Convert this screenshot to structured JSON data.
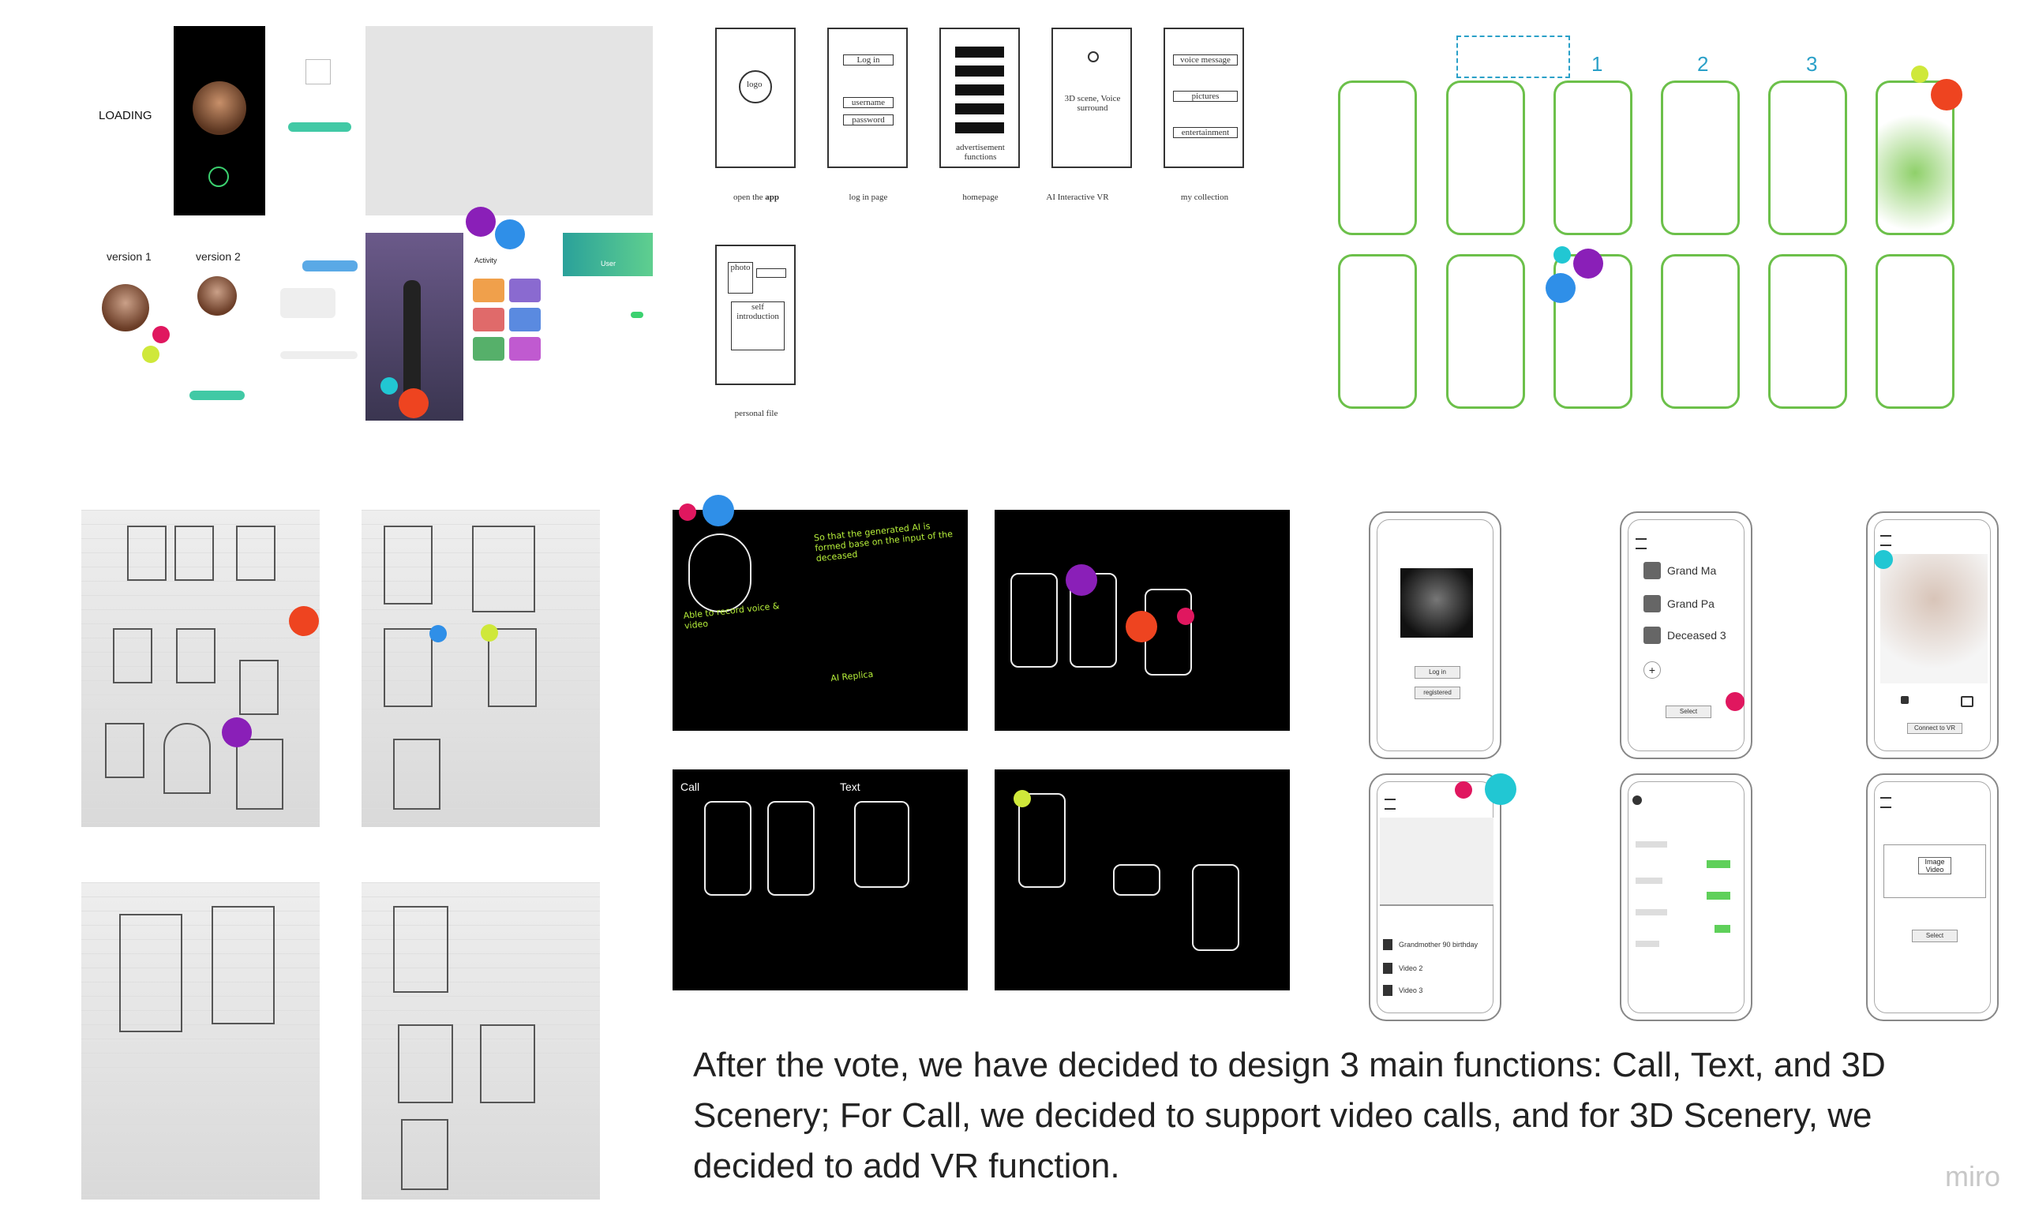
{
  "mockups_hifi": {
    "loading_label": "LOADING",
    "version1_label": "version 1",
    "version2_label": "version 2",
    "activity_label": "Activity",
    "user_label": "User"
  },
  "wireframes": {
    "screens": [
      {
        "box_text": "logo",
        "caption_prefix": "open the ",
        "caption_bold": "app"
      },
      {
        "box_texts": [
          "Log in",
          "username",
          "password"
        ],
        "caption": "log in page"
      },
      {
        "box_text": "advertisement functions",
        "caption": "homepage"
      },
      {
        "box_text": "3D scene, Voice surround",
        "caption": "AI Interactive VR"
      },
      {
        "box_texts": [
          "voice message",
          "pictures",
          "entertainment"
        ],
        "caption": "my collection"
      },
      {
        "box_texts": [
          "photo",
          "self introduction"
        ],
        "caption": "personal file"
      }
    ]
  },
  "storyboard": {
    "numbers": [
      "1",
      "2",
      "3"
    ]
  },
  "chalk_notes": {
    "note1": "Able to record voice & video",
    "note2": "So that the generated AI is formed base on the input of the deceased",
    "note3": "AI Replica",
    "call_label": "Call",
    "text_label": "Text"
  },
  "digital_wireframes": {
    "login_btn": "Log in",
    "registered_btn": "registered",
    "contacts": [
      "Grand Ma",
      "Grand Pa",
      "Deceased 3"
    ],
    "select_btn": "Select",
    "connect_btn": "Connect to VR",
    "videos": [
      "Grandmother 90 birthday",
      "Video 2",
      "Video 3"
    ],
    "image_video_label": "Image Video",
    "select_btn2": "Select"
  },
  "summary_text": "After the vote, we have decided to design 3 main functions: Call, Text, and 3D Scenery; For Call, we decided to support video calls, and for 3D Scenery, we decided to add VR function.",
  "watermark": "miro",
  "colors": {
    "purple": "#8a1fb8",
    "blue": "#2f8fe8",
    "red": "#ee4420",
    "lime": "#cfe83a",
    "pink": "#e0175f",
    "cyan": "#21c7d3"
  }
}
